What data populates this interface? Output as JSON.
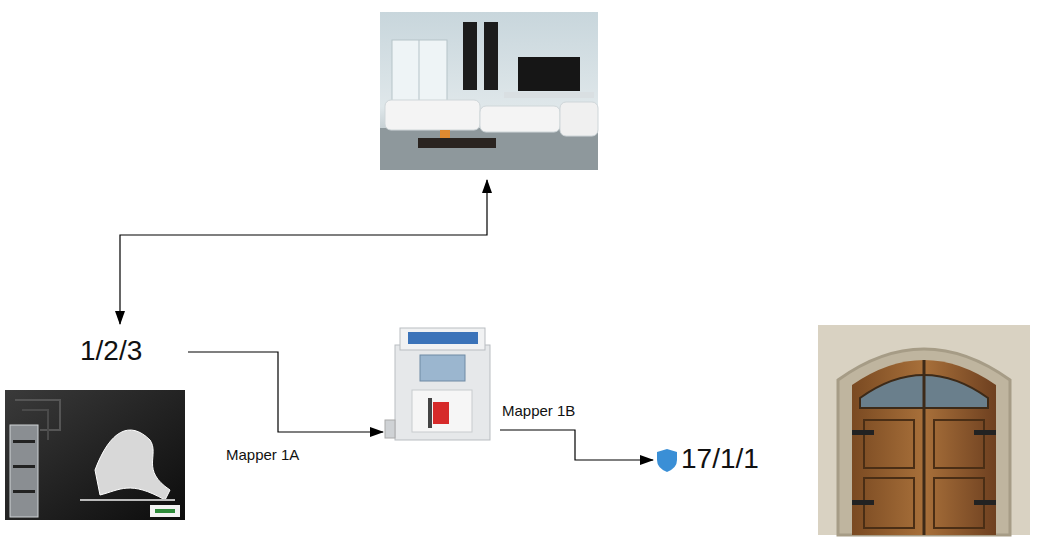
{
  "diagram": {
    "labels": [
      "1/2/3",
      "Mapper 1A",
      "Mapper 1B",
      "17/1/1"
    ]
  }
}
